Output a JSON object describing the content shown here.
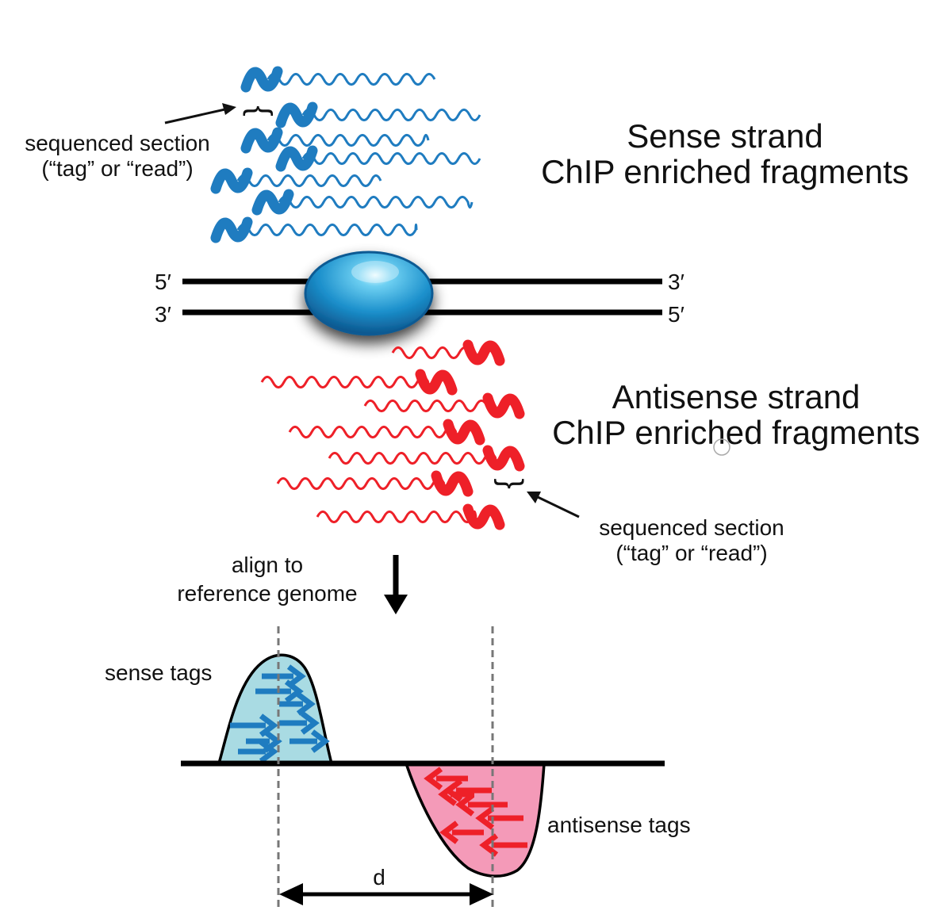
{
  "colors": {
    "sense": "#1f7cc0",
    "antisense": "#ee2028",
    "sense_fill": "#a9dbe3",
    "antisense_fill": "#f49ab8",
    "protein": "#1b8fcb",
    "dna": "#000000",
    "guide": "#777777"
  },
  "sense": {
    "title_line1": "Sense strand",
    "title_line2": "ChIP enriched fragments",
    "annotation_line1": "sequenced section",
    "annotation_line2": "(“tag” or  “read”)",
    "brace_glyph": "{"
  },
  "antisense": {
    "title_line1": "Antisense strand",
    "title_line2": "ChIP enriched fragments",
    "annotation_line1": "sequenced section",
    "annotation_line2": "(“tag” or  “read”)",
    "brace_glyph": "{"
  },
  "dna": {
    "top_left": "5′",
    "top_right": "3′",
    "bottom_left": "3′",
    "bottom_right": "5′"
  },
  "align": {
    "line1": "align to",
    "line2": "reference genome"
  },
  "profile": {
    "sense_label": "sense tags",
    "antisense_label": "antisense tags",
    "distance_label": "d"
  },
  "icons": [
    "protein-blob",
    "down-arrow-icon",
    "double-headed-arrow-icon",
    "right-arrow-icon",
    "left-arrow-icon",
    "brace-icon"
  ]
}
